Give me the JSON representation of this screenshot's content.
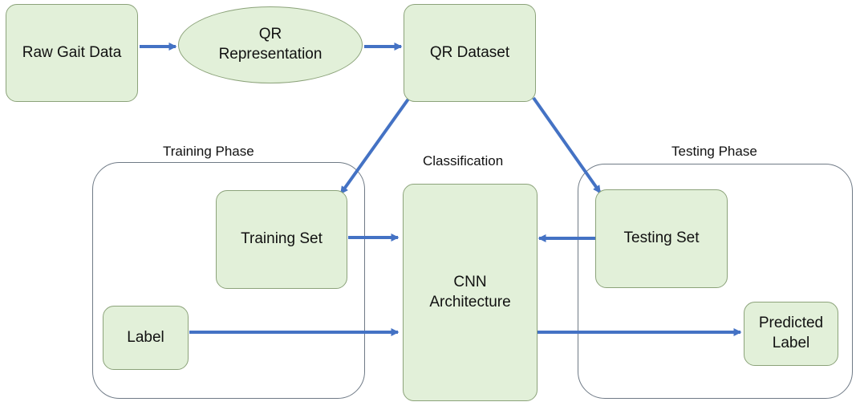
{
  "nodes": {
    "raw_gait_data": "Raw Gait Data",
    "qr_representation": "QR\nRepresentation",
    "qr_dataset": "QR Dataset",
    "training_set": "Training Set",
    "label": "Label",
    "cnn_architecture": "CNN\nArchitecture",
    "testing_set": "Testing Set",
    "predicted_label": "Predicted\nLabel"
  },
  "groups": {
    "training_phase": "Training Phase",
    "classification": "Classification",
    "testing_phase": "Testing Phase"
  },
  "colors": {
    "node_fill": "#e2f0d9",
    "node_border": "#8ca37a",
    "arrow": "#4472c4",
    "group_border": "#6f7a86"
  }
}
